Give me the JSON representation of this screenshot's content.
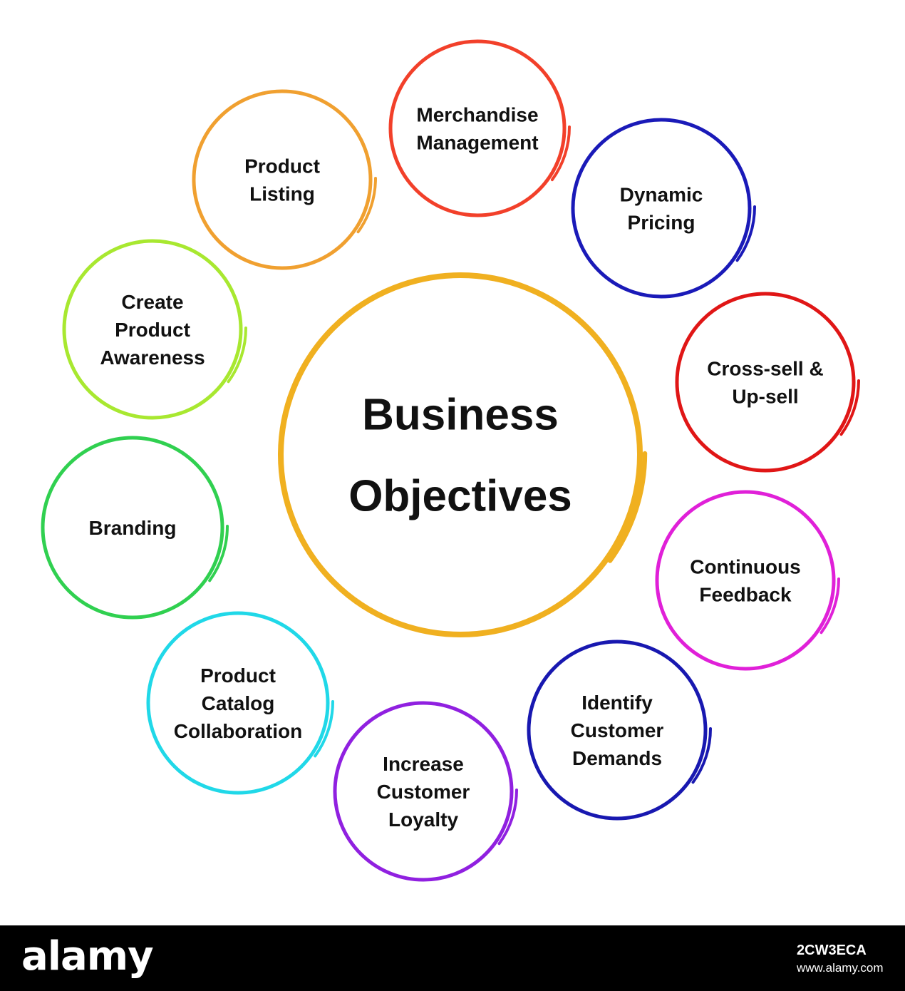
{
  "center": {
    "lines": [
      "Business",
      "Objectives"
    ],
    "color": "#F0B020"
  },
  "items": [
    {
      "lines": [
        "Merchandise",
        "Management"
      ],
      "color": "#F2402A"
    },
    {
      "lines": [
        "Dynamic",
        "Pricing"
      ],
      "color": "#1A1AB8"
    },
    {
      "lines": [
        "Cross-sell &",
        "Up-sell"
      ],
      "color": "#E01616"
    },
    {
      "lines": [
        "Continuous",
        "Feedback"
      ],
      "color": "#E020D8"
    },
    {
      "lines": [
        "Identify",
        "Customer",
        "Demands"
      ],
      "color": "#1818B0"
    },
    {
      "lines": [
        "Increase",
        "Customer",
        "Loyalty"
      ],
      "color": "#9020E0"
    },
    {
      "lines": [
        "Product",
        "Catalog",
        "Collaboration"
      ],
      "color": "#20D8E8"
    },
    {
      "lines": [
        "Branding"
      ],
      "color": "#30D050"
    },
    {
      "lines": [
        "Create",
        "Product",
        "Awareness"
      ],
      "color": "#A8E830"
    },
    {
      "lines": [
        "Product",
        "Listing"
      ],
      "color": "#F0A030"
    }
  ],
  "footer": {
    "logo": "alamy",
    "image_id": "2CW3ECA",
    "site": "www.alamy.com"
  }
}
